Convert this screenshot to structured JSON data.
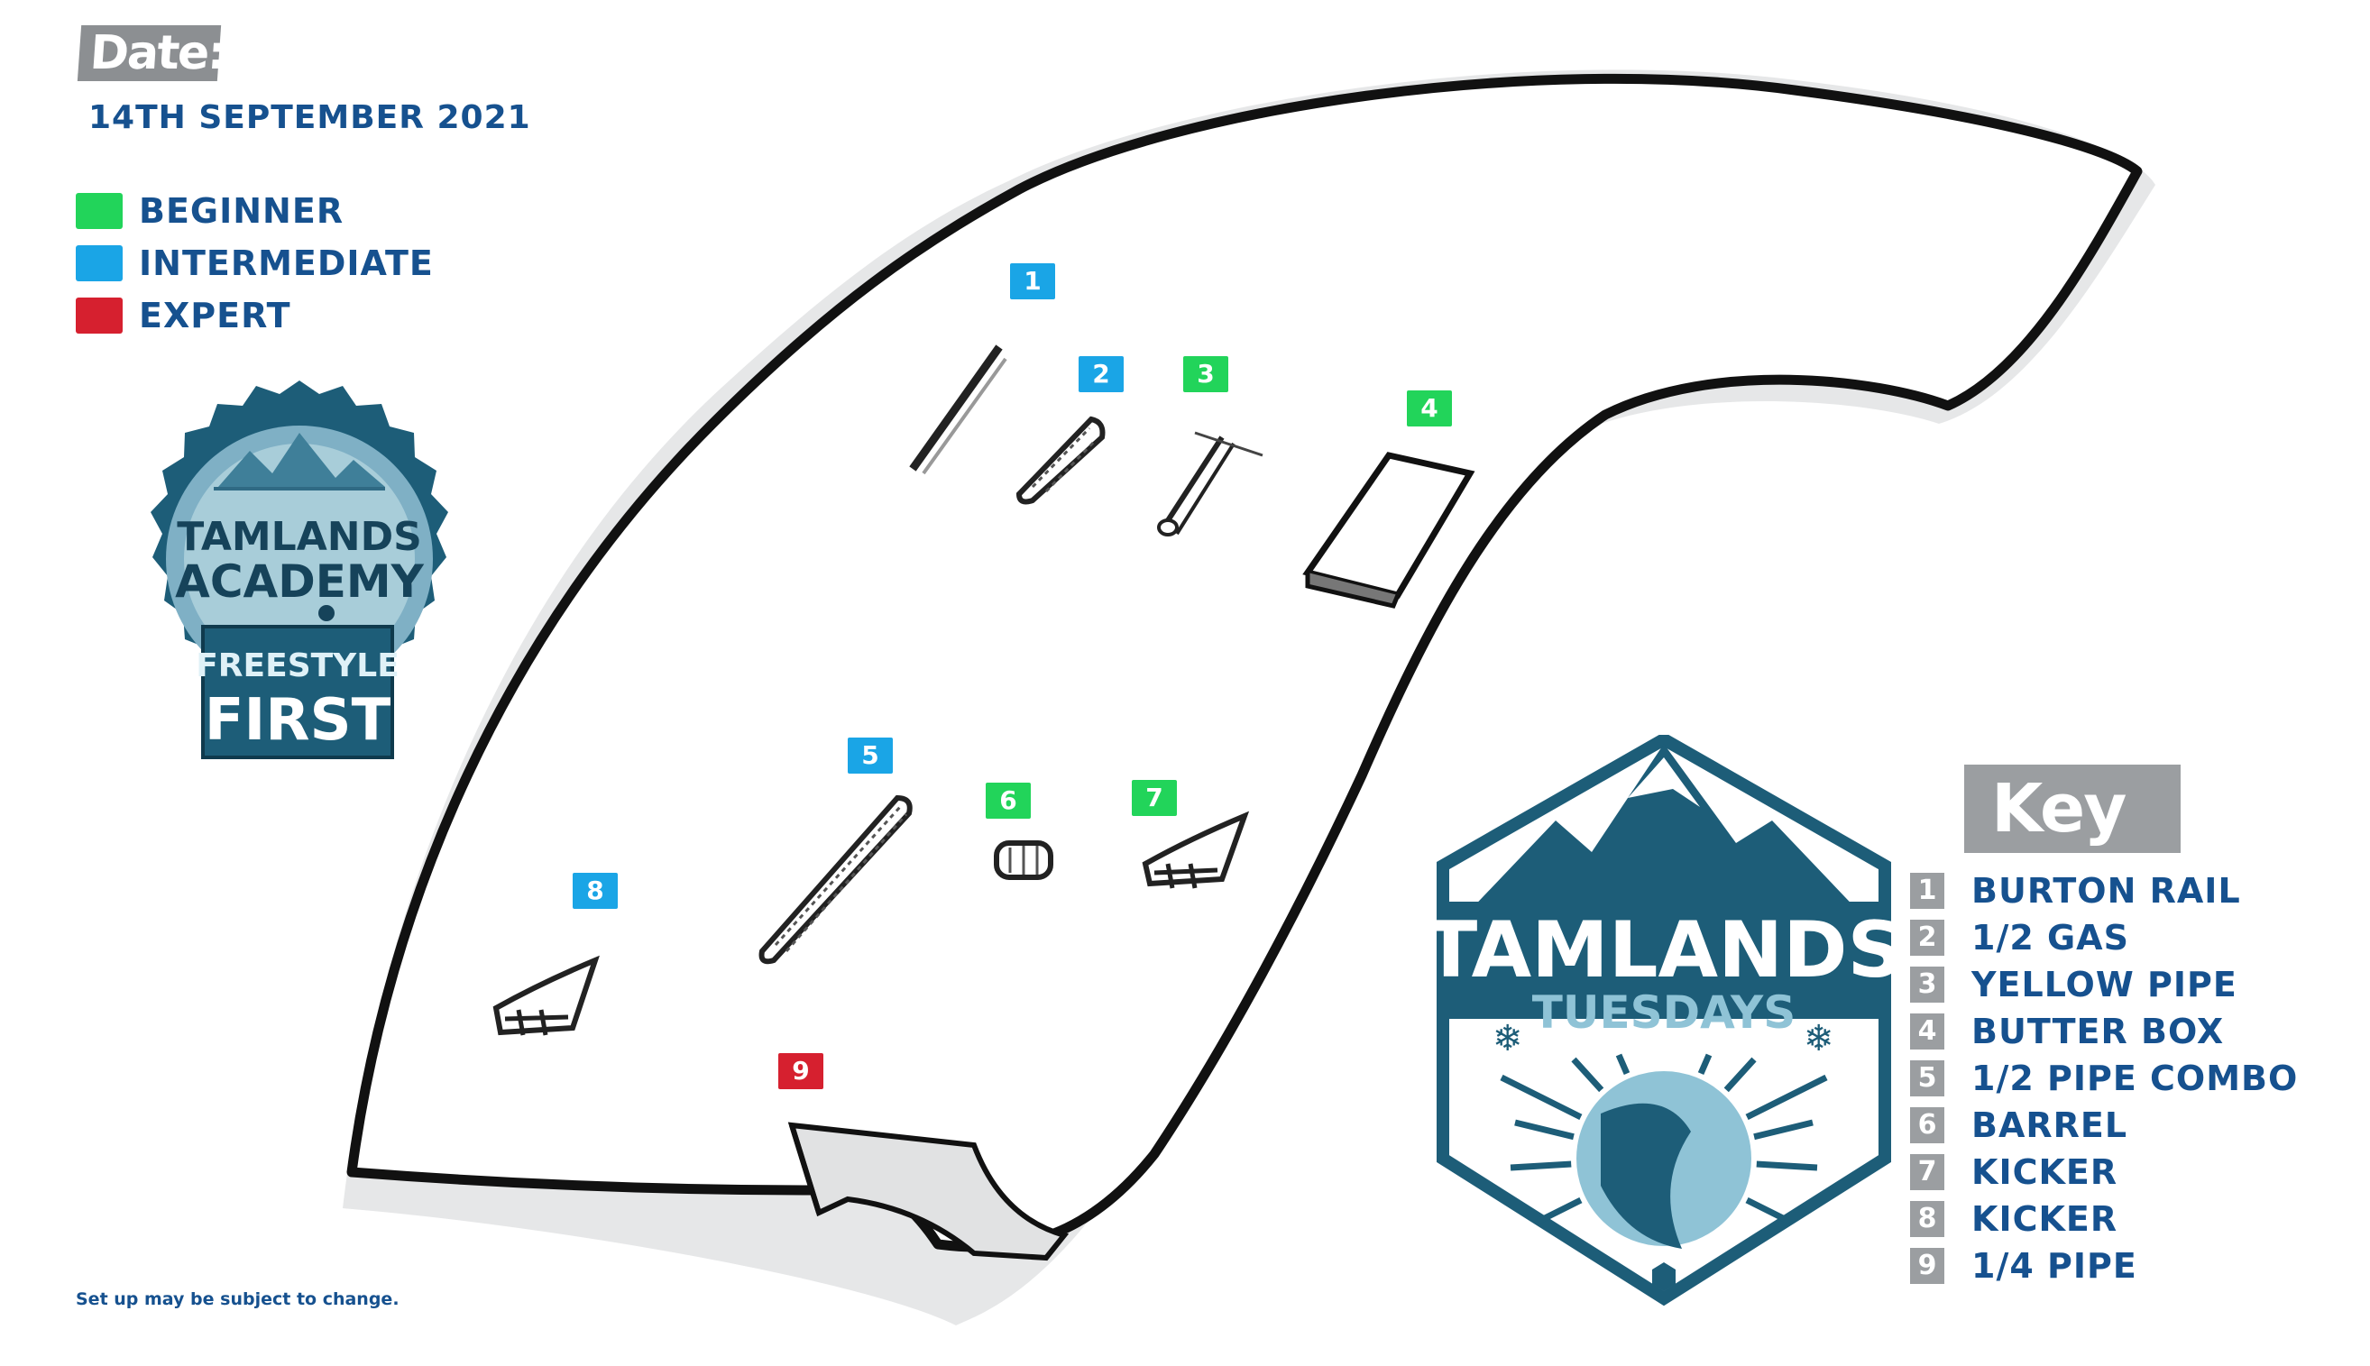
{
  "header": {
    "date_tag": "Date:",
    "date_value": "14TH SEPTEMBER 2021"
  },
  "legend": {
    "levels": [
      {
        "label": "BEGINNER",
        "color": "#22d45a"
      },
      {
        "label": "INTERMEDIATE",
        "color": "#1aa5e6"
      },
      {
        "label": "EXPERT",
        "color": "#d6202f"
      }
    ]
  },
  "badge_academy": {
    "line1": "TAMLANDS",
    "line2": "ACADEMY",
    "line3": "FREESTYLE",
    "line4": "FIRST"
  },
  "badge_tuesdays": {
    "line1": "TAMLANDS",
    "line2": "TUESDAYS"
  },
  "map": {
    "features": [
      {
        "num": "1",
        "level": "intermediate"
      },
      {
        "num": "2",
        "level": "intermediate"
      },
      {
        "num": "3",
        "level": "beginner"
      },
      {
        "num": "4",
        "level": "beginner"
      },
      {
        "num": "5",
        "level": "intermediate"
      },
      {
        "num": "6",
        "level": "beginner"
      },
      {
        "num": "7",
        "level": "beginner"
      },
      {
        "num": "8",
        "level": "intermediate"
      },
      {
        "num": "9",
        "level": "expert"
      }
    ]
  },
  "key": {
    "title": "Key",
    "items": [
      {
        "num": "1",
        "label": "BURTON RAIL"
      },
      {
        "num": "2",
        "label": "1/2 GAS"
      },
      {
        "num": "3",
        "label": "YELLOW PIPE"
      },
      {
        "num": "4",
        "label": "BUTTER BOX"
      },
      {
        "num": "5",
        "label": "1/2 PIPE COMBO"
      },
      {
        "num": "6",
        "label": "BARREL"
      },
      {
        "num": "7",
        "label": "KICKER"
      },
      {
        "num": "8",
        "label": "KICKER"
      },
      {
        "num": "9",
        "label": "1/4 PIPE"
      }
    ]
  },
  "footer": {
    "note": "Set up may be subject to change."
  }
}
